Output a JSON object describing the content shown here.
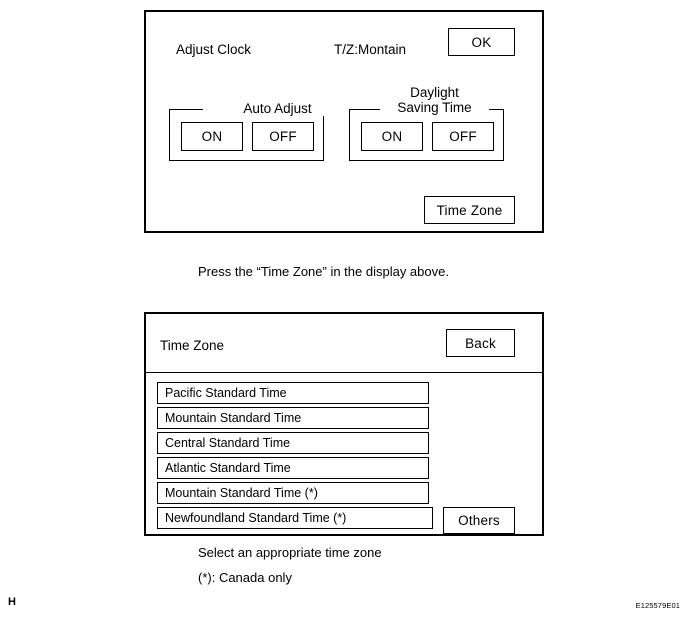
{
  "clock_screen": {
    "title": "Adjust Clock",
    "timezone_indicator": "T/Z:Montain",
    "ok_label": "OK",
    "auto_adjust": {
      "label": "Auto Adjust",
      "on_label": "ON",
      "off_label": "OFF"
    },
    "daylight_saving": {
      "label_line1": "Daylight",
      "label_line2": "Saving Time",
      "on_label": "ON",
      "off_label": "OFF"
    },
    "time_zone_button": "Time Zone"
  },
  "captions": {
    "press_instruction": "Press the “Time Zone” in the display above.",
    "select_instruction": "Select an appropriate time zone",
    "footnote": "(*): Canada only"
  },
  "timezone_screen": {
    "title": "Time Zone",
    "back_label": "Back",
    "others_label": "Others",
    "list": [
      "Pacific Standard Time",
      "Mountain Standard Time",
      "Central Standard Time",
      "Atlantic Standard Time",
      "Mountain Standard Time (*)",
      "Newfoundland Standard Time (*)"
    ]
  },
  "page_marks": {
    "section_letter": "H",
    "figure_code": "E125579E01"
  }
}
